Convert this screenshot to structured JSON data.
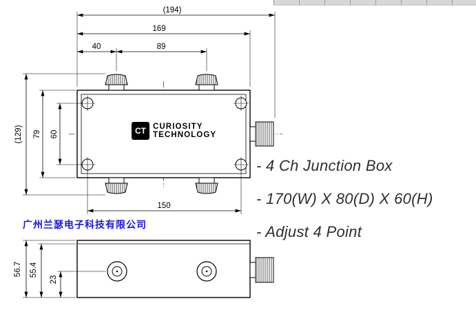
{
  "company": {
    "name": "广州兰瑟电子科技有限公司",
    "color": "#1a1ad9"
  },
  "notes": [
    "- 4 Ch Junction Box",
    "- 170(W) X 80(D) X 60(H)",
    "- Adjust 4 Point"
  ],
  "logo": {
    "mark": "CT",
    "line1": "CURIOSITY",
    "line2": "TECHNOLOGY"
  },
  "dims_top_view": {
    "overall_width": "(194)",
    "body_width": "169",
    "gland_offset": "40",
    "gland_pitch": "89",
    "overall_depth": "(129)",
    "body_depth": "79",
    "screw_pitch_vertical": "60",
    "screw_pitch_horizontal": "150"
  },
  "dims_front_view": {
    "overall_height": "56.7",
    "body_height": "55.4",
    "gland_center_height": "23"
  }
}
